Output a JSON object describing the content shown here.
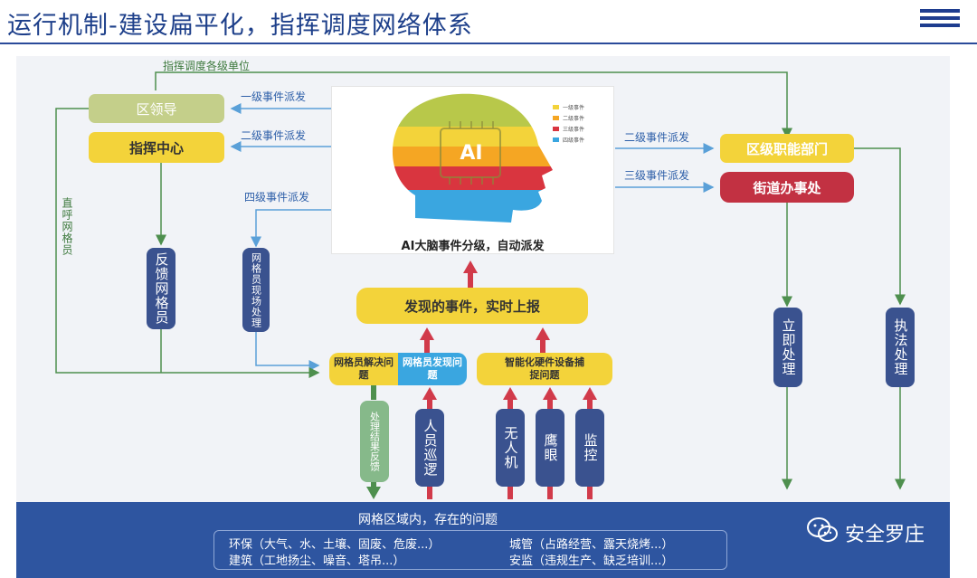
{
  "header": {
    "title": "运行机制-建设扁平化，指挥调度网络体系"
  },
  "ai": {
    "chip_label": "AI",
    "caption": "AI大脑事件分级，自动派发",
    "legend": [
      {
        "label": "一级事件",
        "color": "#f3d33a"
      },
      {
        "label": "二级事件",
        "color": "#f5a623"
      },
      {
        "label": "三级事件",
        "color": "#d9353f"
      },
      {
        "label": "四级事件",
        "color": "#3aa6e0"
      }
    ]
  },
  "nodes": {
    "district_leader": "区领导",
    "command_center": "指挥中心",
    "district_department": "区级职能部门",
    "street_office": "街道办事处",
    "report_event": "发现的事件，实时上报",
    "feedback_gridman": "反馈网格员",
    "gridman_onsite": "网格员现场处理",
    "gridman_solve": "网格员解决问题",
    "gridman_find": "网格员发现问题",
    "smart_device": "智能化硬件设备捕捉问题",
    "process_feedback": "处理结果反馈",
    "patrol": "人员巡逻",
    "drone": "无人机",
    "hawk_eye": "鹰眼",
    "monitor": "监控",
    "immediate": "立即处理",
    "enforcement": "执法处理"
  },
  "edges": {
    "dispatch_all_units": "指挥调度各级单位",
    "level1_dispatch": "一级事件派发",
    "level2_dispatch_left": "二级事件派发",
    "level4_dispatch": "四级事件派发",
    "level2_dispatch_right": "二级事件派发",
    "level3_dispatch": "三级事件派发",
    "direct_call": "直呼网格员"
  },
  "bottom": {
    "title": "网格区域内，存在的问题",
    "line1_left": "环保（大气、水、土壤、固废、危废...）",
    "line1_right": "城管（占路经营、露天烧烤...）",
    "line2_left": "建筑（工地扬尘、噪音、塔吊...）",
    "line2_right": "安监（违规生产、缺乏培训...）"
  },
  "watermark": {
    "brand": "安全罗庄"
  },
  "colors": {
    "title_blue": "#1d3f8a",
    "olive": "#c4cf8a",
    "yellow": "#f3d33a",
    "crimson": "#c23142",
    "navy": "#3a528f",
    "cyan": "#3aa6e0",
    "green": "#86b98a",
    "arrow_red": "#d13a4a",
    "arrow_green": "#4e8f4e",
    "arrow_blue": "#5aa0d8",
    "bottom_blue": "#2e55a0"
  }
}
